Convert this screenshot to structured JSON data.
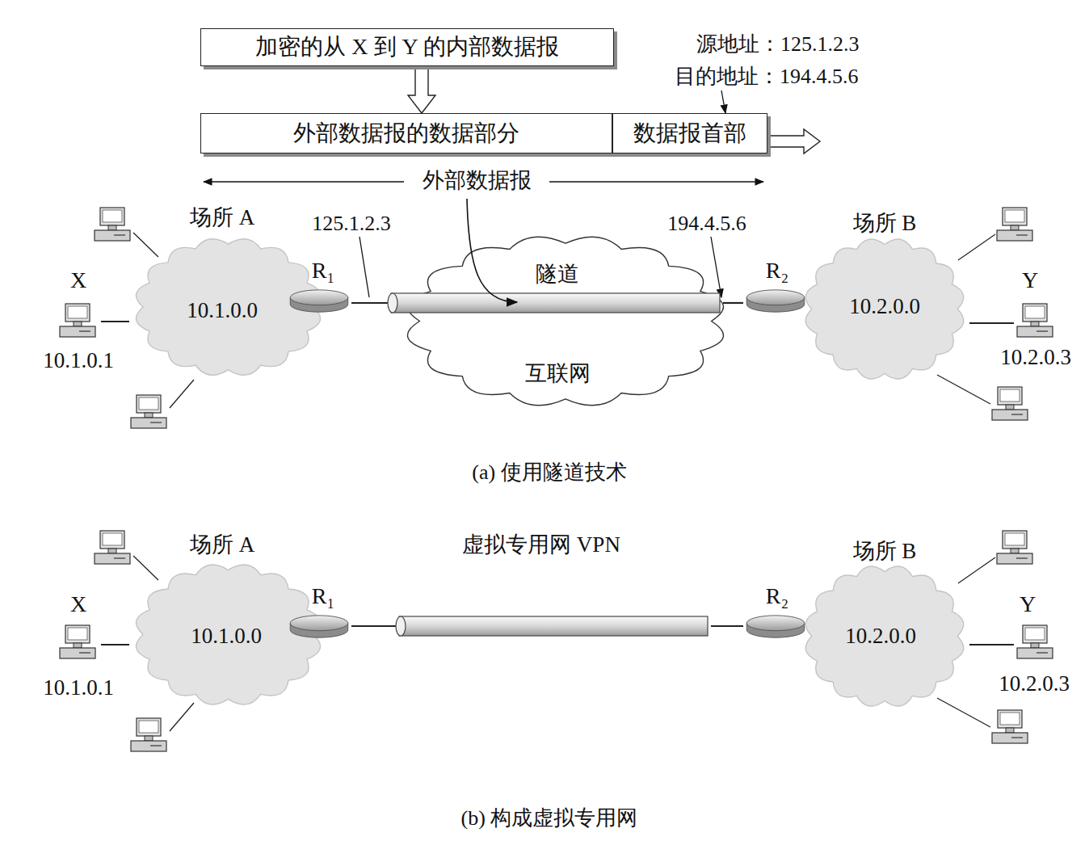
{
  "diagram": {
    "nodes": [
      {
        "text": [
          "加密的从 X 到 Y 的内部数据报"
        ]
      },
      {
        "text": [
          "外部数据报的数据部分"
        ]
      },
      {
        "text": [
          "数据报首部"
        ]
      },
      {
        "text": [
          "场所 A",
          "10.1.0.0"
        ]
      },
      {
        "text": [
          "X",
          "10.1.0.1"
        ]
      },
      {
        "text": [
          "R₁"
        ]
      },
      {
        "text": [
          "互联网"
        ]
      },
      {
        "text": [
          "隧道"
        ]
      },
      {
        "text": [
          "R₂"
        ]
      },
      {
        "text": [
          "场所 B",
          "10.2.0.0"
        ]
      },
      {
        "text": [
          "Y",
          "10.2.0.3"
        ]
      },
      {
        "text": [
          "场所 A",
          "10.1.0.0"
        ]
      },
      {
        "text": [
          "X",
          "10.1.0.1"
        ]
      },
      {
        "text": [
          "R₁"
        ]
      },
      {
        "text": [
          "虚拟专用网 VPN"
        ]
      },
      {
        "text": [
          "R₂"
        ]
      },
      {
        "text": [
          "场所 B",
          "10.2.0.0"
        ]
      },
      {
        "text": [
          "Y",
          "10.2.0.3"
        ]
      }
    ],
    "edges": [
      {
        "from": 0,
        "to": 1,
        "arrow": "to"
      },
      {
        "from": 4,
        "to": 3,
        "arrow": "none"
      },
      {
        "from": 5,
        "to": 7,
        "arrow": "none"
      },
      {
        "from": 7,
        "to": 8,
        "arrow": "none"
      },
      {
        "from": 10,
        "to": 9,
        "arrow": "none"
      },
      {
        "from": 12,
        "to": 11,
        "arrow": "none"
      },
      {
        "from": 13,
        "to": 14,
        "arrow": "none"
      },
      {
        "from": 14,
        "to": 15,
        "arrow": "none"
      },
      {
        "from": 17,
        "to": 16,
        "arrow": "none"
      }
    ],
    "labels": [
      "源地址：125.1.2.3",
      "目的地址：194.4.5.6",
      "外部数据报",
      "125.1.2.3",
      "194.4.5.6",
      "(a) 使用隧道技术",
      "(b) 构成虚拟专用网"
    ]
  }
}
